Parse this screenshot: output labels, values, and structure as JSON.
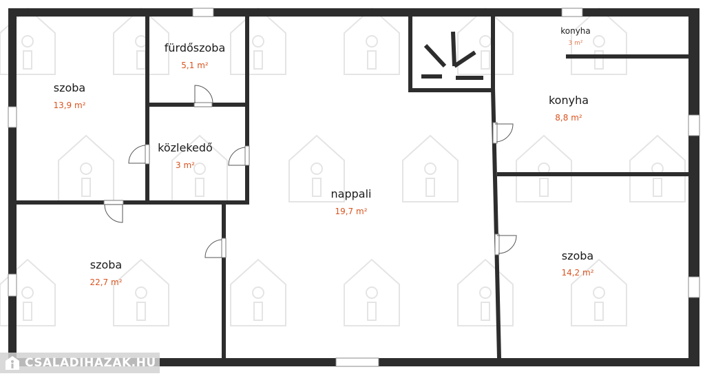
{
  "rooms": [
    {
      "name": "szoba",
      "area": "13,9 m²"
    },
    {
      "name": "fürdőszoba",
      "area": "5,1 m²"
    },
    {
      "name": "közlekedő",
      "area": "3 m²"
    },
    {
      "name": "szoba",
      "area": "22,7 m²"
    },
    {
      "name": "nappali",
      "area": "19,7 m²"
    },
    {
      "name": "konyha",
      "area": "3 m²"
    },
    {
      "name": "konyha",
      "area": "8,8 m²"
    },
    {
      "name": "szoba",
      "area": "14,2 m²"
    }
  ],
  "watermark": {
    "logo_text": "CSALADIHAZAK.HU",
    "color": "#cfcfcf"
  },
  "colors": {
    "wall": "#2d2d2d",
    "area_text": "#d9531e",
    "label_text": "#1a1a1a"
  }
}
